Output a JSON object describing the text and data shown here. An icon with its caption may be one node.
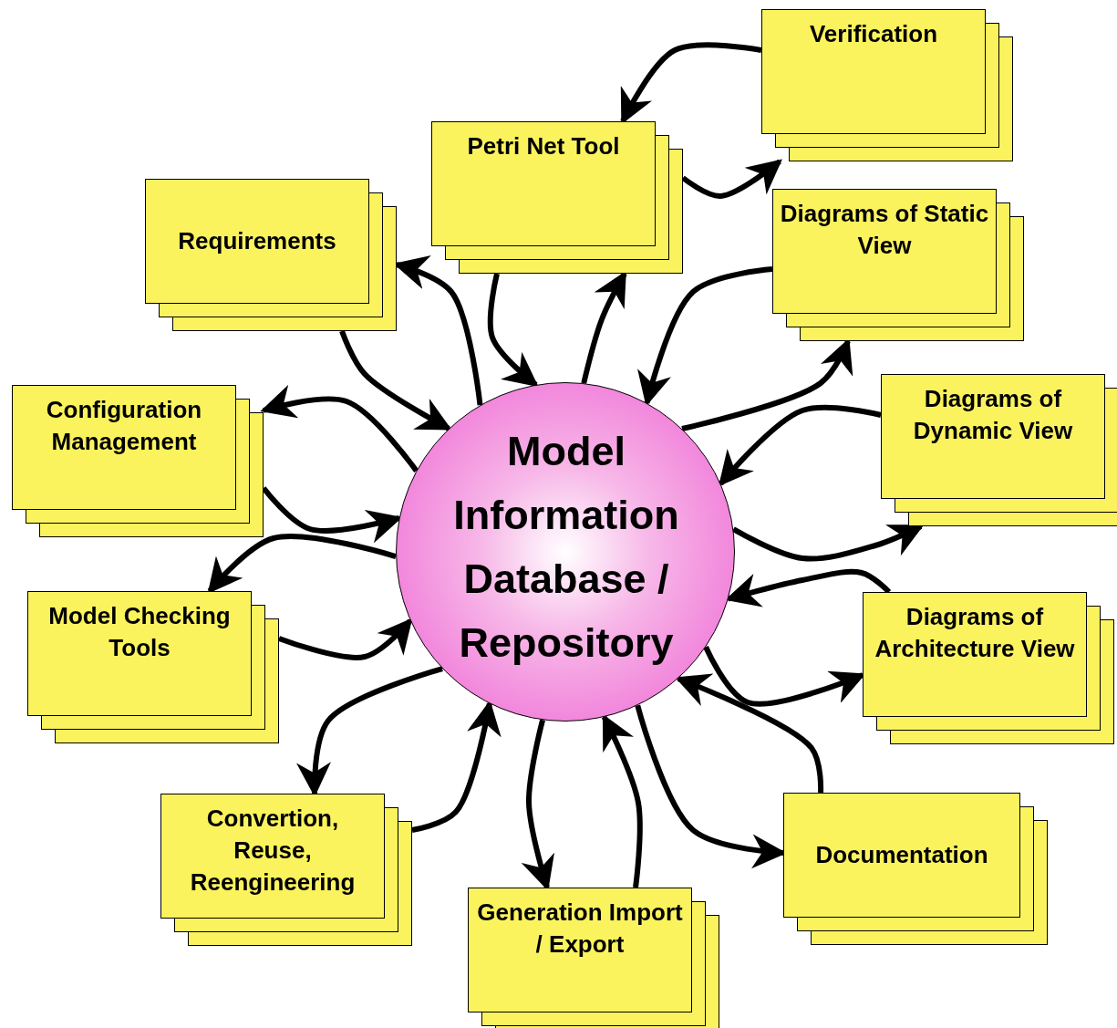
{
  "diagram": {
    "nodes": [
      {
        "text": [
          "Model Information Database / Repository"
        ]
      },
      {
        "text": [
          "Verification"
        ]
      },
      {
        "text": [
          "Petri Net Tool"
        ]
      },
      {
        "text": [
          "Requirements"
        ]
      },
      {
        "text": [
          "Diagrams of Static View"
        ]
      },
      {
        "text": [
          "Configuration Management"
        ]
      },
      {
        "text": [
          "Diagrams of Dynamic View"
        ]
      },
      {
        "text": [
          "Model Checking Tools"
        ]
      },
      {
        "text": [
          "Diagrams of Architecture View"
        ]
      },
      {
        "text": [
          "Convertion, Reuse, Reengineering"
        ]
      },
      {
        "text": [
          "Documentation"
        ]
      },
      {
        "text": [
          "Generation Import / Export"
        ]
      }
    ],
    "edges": [
      {
        "from": 1,
        "to": 2,
        "arrow": "to"
      },
      {
        "from": 2,
        "to": 1,
        "arrow": "to"
      },
      {
        "from": 3,
        "to": 0,
        "arrow": "to"
      },
      {
        "from": 0,
        "to": 3,
        "arrow": "to"
      },
      {
        "from": 2,
        "to": 0,
        "arrow": "to"
      },
      {
        "from": 0,
        "to": 2,
        "arrow": "to"
      },
      {
        "from": 4,
        "to": 0,
        "arrow": "to"
      },
      {
        "from": 0,
        "to": 4,
        "arrow": "to"
      },
      {
        "from": 0,
        "to": 5,
        "arrow": "to"
      },
      {
        "from": 5,
        "to": 0,
        "arrow": "to"
      },
      {
        "from": 6,
        "to": 0,
        "arrow": "to"
      },
      {
        "from": 0,
        "to": 6,
        "arrow": "to"
      },
      {
        "from": 0,
        "to": 7,
        "arrow": "to"
      },
      {
        "from": 7,
        "to": 0,
        "arrow": "to"
      },
      {
        "from": 8,
        "to": 0,
        "arrow": "to"
      },
      {
        "from": 0,
        "to": 8,
        "arrow": "to"
      },
      {
        "from": 0,
        "to": 9,
        "arrow": "to"
      },
      {
        "from": 9,
        "to": 0,
        "arrow": "to"
      },
      {
        "from": 0,
        "to": 11,
        "arrow": "to"
      },
      {
        "from": 11,
        "to": 0,
        "arrow": "to"
      },
      {
        "from": 0,
        "to": 10,
        "arrow": "to"
      },
      {
        "from": 10,
        "to": 0,
        "arrow": "to"
      }
    ]
  }
}
